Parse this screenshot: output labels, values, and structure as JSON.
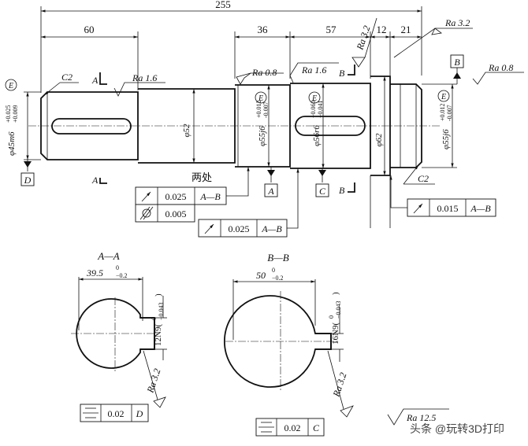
{
  "dims": {
    "overall": "255",
    "left_len": "60",
    "mid_len_36": "36",
    "mid_len_57": "57",
    "len_12": "12",
    "len_21": "21"
  },
  "diameters": {
    "d45": "φ45m6(+0.025/+0.009)",
    "d45_main": "φ45m6",
    "d45_up": "+0.025",
    "d45_lo": "+0.009",
    "d52": "φ52",
    "d55_left": "φ55j6",
    "d55_left_up": "+0.012",
    "d55_left_lo": "-0.007",
    "d56": "φ56r6",
    "d56_up": "+0.060",
    "d56_lo": "+0.041",
    "d62": "φ62",
    "d55_right": "φ55j6",
    "d55_right_up": "+0.012",
    "d55_right_lo": "-0.007",
    "envelope": "E"
  },
  "chamfers": {
    "left": "C2",
    "right": "C2"
  },
  "roughness": {
    "ra16_a": "Ra 1.6",
    "ra08_a": "Ra 0.8",
    "ra16_b": "Ra 1.6",
    "ra32_top": "Ra 3.2",
    "ra32_right": "Ra 3.2",
    "ra08_right": "Ra 0.8",
    "ra32_sec_a": "Ra 3.2",
    "ra32_sec_b": "Ra 3.2",
    "ra_default": "Ra 12.5"
  },
  "datums": {
    "A": "A",
    "B": "B",
    "C": "C",
    "D": "D"
  },
  "section_marks": {
    "A_top": "A",
    "A_bottom": "A",
    "B_top": "B",
    "B_bottom": "B"
  },
  "note_two_places": "两处",
  "tolerance_frames": {
    "runout1": {
      "value": "0.025",
      "datum": "A—B"
    },
    "cylindricity": {
      "value": "0.005"
    },
    "runout2": {
      "value": "0.025",
      "datum": "A—B"
    },
    "runout3": {
      "value": "0.015",
      "datum": "A—B"
    },
    "sym_a": {
      "value": "0.02",
      "datum": "D"
    },
    "sym_b": {
      "value": "0.02",
      "datum": "C"
    }
  },
  "section_a": {
    "title": "A—A",
    "width_main": "39.5",
    "width_up": "0",
    "width_lo": "−0.2",
    "key": "12N9(",
    "key_up": "0",
    "key_lo": "−0.043",
    "key_close": ")"
  },
  "section_b": {
    "title": "B—B",
    "width_main": "50",
    "width_up": "0",
    "width_lo": "−0.2",
    "key": "16N9(",
    "key_up": "0",
    "key_lo": "−0.043",
    "key_close": ")"
  },
  "watermark": "头条 @玩转3D打印"
}
